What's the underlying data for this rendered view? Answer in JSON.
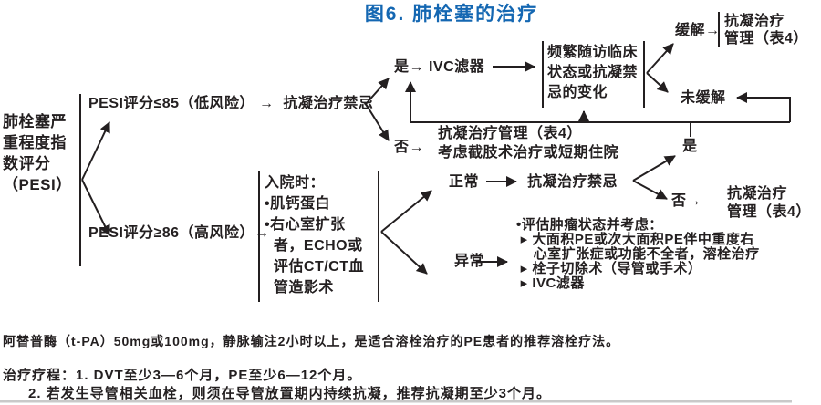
{
  "title": "图6. 肺栓塞的治疗",
  "colors": {
    "title_blue": "#1467b2",
    "ink": "#231f20"
  },
  "flowchart": {
    "pesi_label": "肺栓塞严\n重程度指\n数评分\n（PESI）",
    "low_risk_row": "PESI评分≤85（低风险） →  抗凝治疗禁忌",
    "high_risk_row": "PESI评分≥86（高风险）→",
    "yes1": "是→ IVC滤器",
    "no1": "否→",
    "no1_result": "抗凝治疗管理（表4）\n考虑截肢术治疗或短期住院",
    "followup_box": "频繁随访临床状态或抗凝禁忌的变化",
    "relieved": "缓解→",
    "relieved_result": "抗凝治疗\n管理（表4）",
    "not_relieved": "未缓解",
    "admission_box": "入院时：\n•肌钙蛋白\n•右心室扩张\n  者，ECHO或\n  评估CT/CT血\n  管造影术",
    "normal": "正常",
    "normal_result": "抗凝治疗禁忌",
    "yes2": "是",
    "no2": "否→",
    "no2_result": "抗凝治疗\n管理（表4）",
    "abnormal": "异常",
    "abnormal_result": "•评估肿瘤状态并考虑：\n ▸ 大面积PE或次大面积PE伴中重度右\n    心室扩张症或功能不全者，溶栓治疗\n ▸ 栓子切除术（导管或手术）\n ▸ IVC滤器"
  },
  "notes": {
    "line1": "阿替普酶（t-PA）50mg或100mg，静脉输注2小时以上，是适合溶栓治疗的PE患者的推荐溶栓疗法。",
    "line2": "治疗疗程：1. DVT至少3—6个月，PE至少6—12个月。",
    "line3": "2. 若发生导管相关血栓，则须在导管放置期内持续抗凝，推荐抗凝期至少3个月。"
  }
}
